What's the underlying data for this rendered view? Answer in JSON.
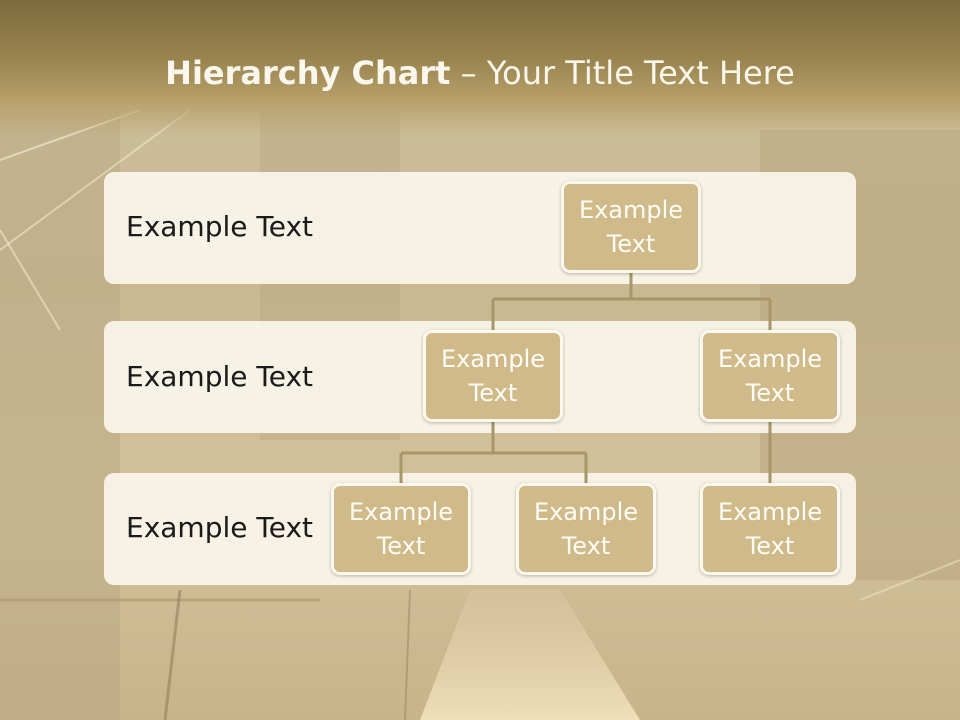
{
  "title": {
    "bold": "Hierarchy Chart",
    "rest": " – Your Title Text Here"
  },
  "rows": [
    {
      "label": "Example Text"
    },
    {
      "label": "Example Text"
    },
    {
      "label": "Example Text"
    }
  ],
  "nodes": {
    "root": "Example Text",
    "level2_left": "Example Text",
    "level2_right": "Example Text",
    "level3_a": "Example Text",
    "level3_b": "Example Text",
    "level3_c": "Example Text"
  },
  "colors": {
    "node_fill": "#d0ba8a",
    "connector": "#a89568",
    "panel": "#faf6ec",
    "title_band": "#8c7745"
  }
}
